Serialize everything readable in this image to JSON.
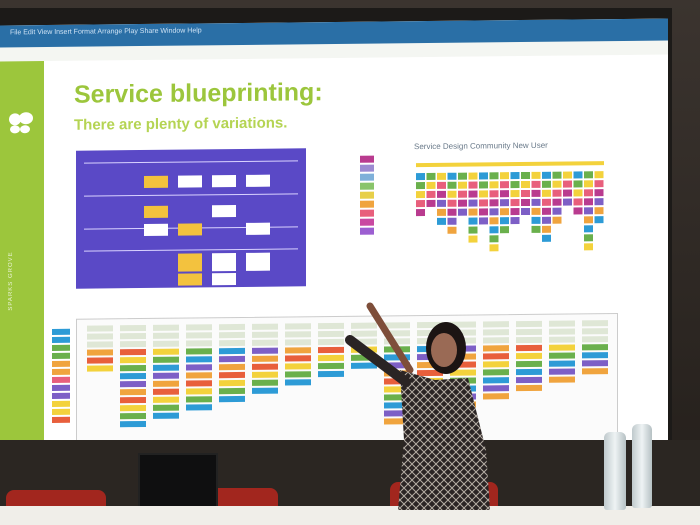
{
  "slide": {
    "title": "Service blueprinting:",
    "subtitle": "There are plenty of variations.",
    "side_label": "SPARKS GROVE",
    "chart_caption": "Service Design Community New User"
  }
}
